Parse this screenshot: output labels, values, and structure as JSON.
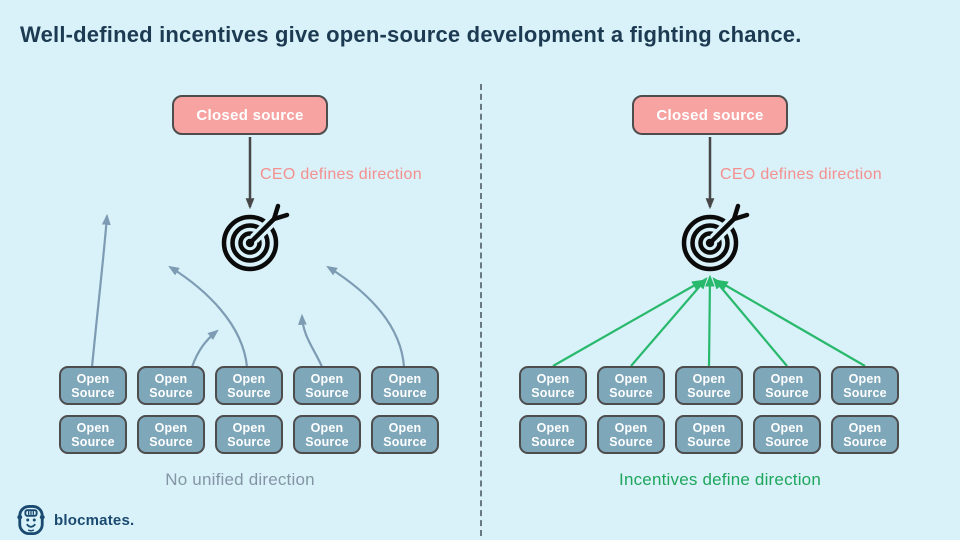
{
  "title": "Well-defined incentives give open-source development a fighting chance.",
  "panels": {
    "left": {
      "closed_label": "Closed source",
      "ceo_label": "CEO defines direction",
      "open_label": "Open Source",
      "open_box_count": 10,
      "caption": "No unified direction"
    },
    "right": {
      "closed_label": "Closed source",
      "ceo_label": "CEO defines direction",
      "open_label": "Open Source",
      "open_box_count": 10,
      "caption": "Incentives define direction"
    }
  },
  "footer": {
    "brand": "blocmates."
  },
  "icons": {
    "target": "target-dart-icon",
    "logo": "gorilla-mascot-icon"
  },
  "colors": {
    "background": "#d9f1f8",
    "title_navy": "#1c3b52",
    "closed_box_pink": "#f6a3a2",
    "ceo_label_pink": "#f4908f",
    "open_box_blue": "#7ea7ba",
    "box_border": "#4d4d4d",
    "scatter_arrow_gray": "#7d9bb3",
    "incentive_green": "#29b96d",
    "caption_gray": "#8496a6",
    "caption_green": "#1ea65d",
    "brand_navy": "#1a4a70"
  }
}
